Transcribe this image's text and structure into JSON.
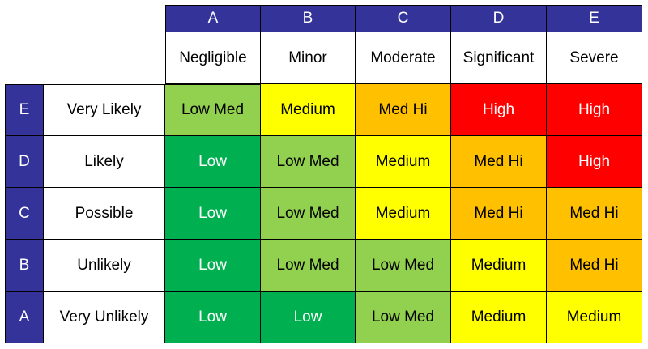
{
  "colors": {
    "header_bg": "#333399",
    "Low": "#00b050",
    "Low Med": "#92d050",
    "Medium": "#ffff00",
    "Med Hi": "#ffc000",
    "High": "#ff0000"
  },
  "columns": [
    {
      "code": "A",
      "label": "Negligible"
    },
    {
      "code": "B",
      "label": "Minor"
    },
    {
      "code": "C",
      "label": "Moderate"
    },
    {
      "code": "D",
      "label": "Significant"
    },
    {
      "code": "E",
      "label": "Severe"
    }
  ],
  "rows": [
    {
      "code": "E",
      "label": "Very Likely",
      "cells": [
        "Low Med",
        "Medium",
        "Med Hi",
        "High",
        "High"
      ]
    },
    {
      "code": "D",
      "label": "Likely",
      "cells": [
        "Low",
        "Low Med",
        "Medium",
        "Med Hi",
        "High"
      ]
    },
    {
      "code": "C",
      "label": "Possible",
      "cells": [
        "Low",
        "Low Med",
        "Medium",
        "Med Hi",
        "Med Hi"
      ]
    },
    {
      "code": "B",
      "label": "Unlikely",
      "cells": [
        "Low",
        "Low Med",
        "Low Med",
        "Medium",
        "Med Hi"
      ]
    },
    {
      "code": "A",
      "label": "Very Unlikely",
      "cells": [
        "Low",
        "Low",
        "Low Med",
        "Medium",
        "Medium"
      ]
    }
  ]
}
